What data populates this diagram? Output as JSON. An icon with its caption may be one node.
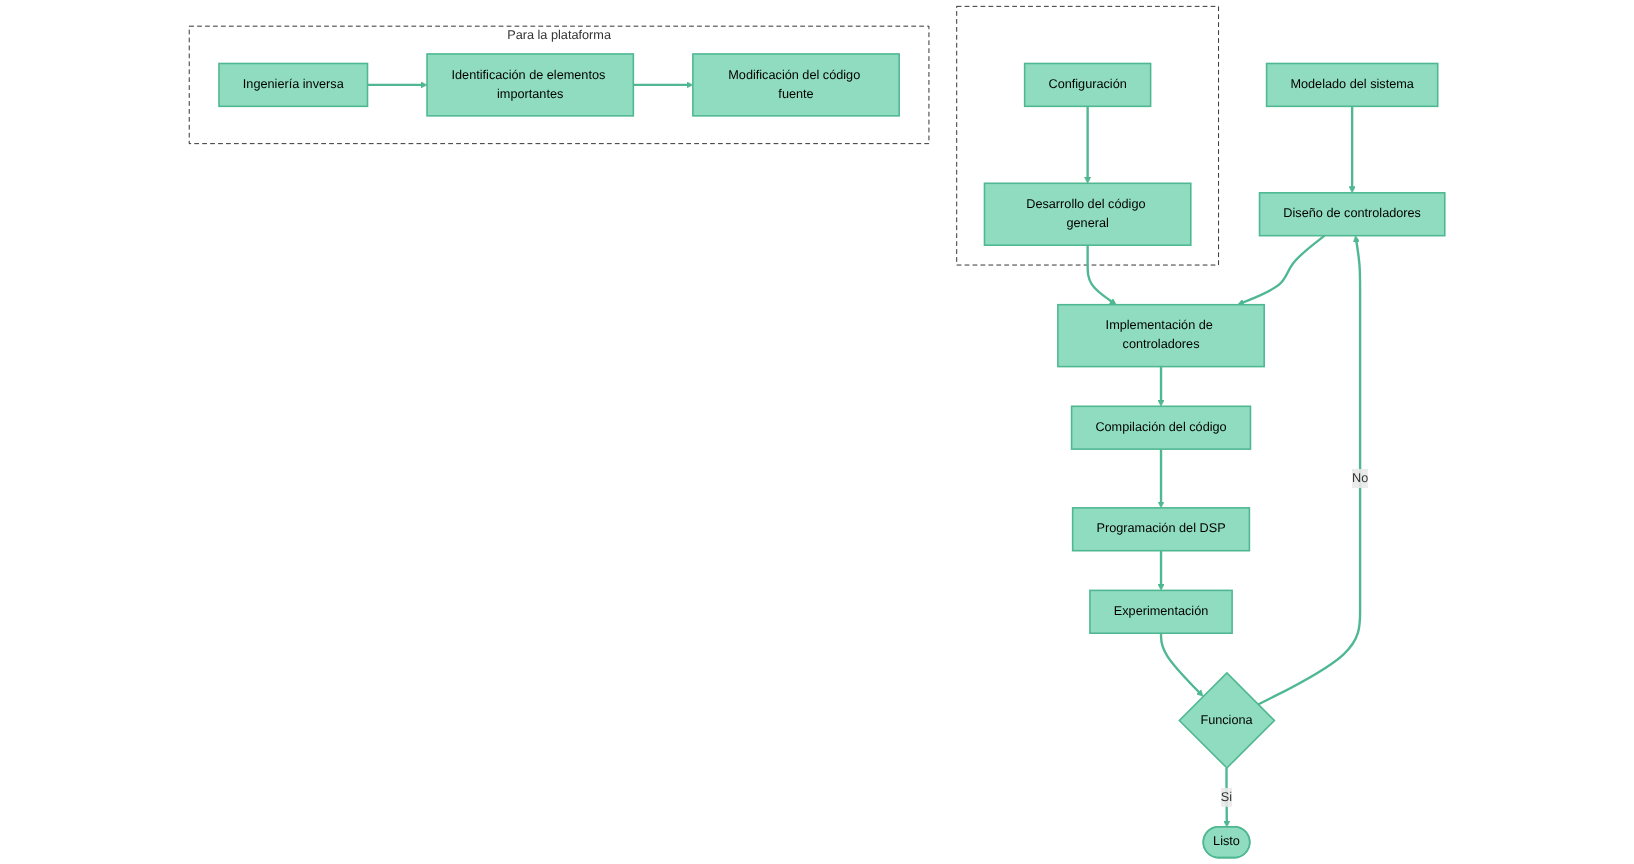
{
  "diagram": {
    "nodes": [
      {
        "text": [
          "Modelado del sistema"
        ]
      },
      {
        "text": [
          "Diseño de controladores"
        ]
      },
      {
        "text": [
          "Implementación de controladores"
        ]
      },
      {
        "text": [
          "Compilación del código"
        ]
      },
      {
        "text": [],
        "shape": "box"
      },
      {
        "text": [
          "Configuración"
        ],
        "in": 4
      },
      {
        "text": [
          "Desarrollo del código general"
        ],
        "in": 4
      },
      {
        "text": [
          "Programación del DSP"
        ]
      },
      {
        "text": [
          "Para la plataforma"
        ]
      },
      {
        "text": [
          "Ingeniería inversa"
        ],
        "in": 8
      },
      {
        "text": [
          "Identificación de elementos importantes"
        ],
        "in": 8
      },
      {
        "text": [
          "Modificación del código fuente"
        ],
        "in": 8
      },
      {
        "text": [
          "Experimentación"
        ]
      },
      {
        "text": [
          "Funciona"
        ]
      },
      {
        "text": [
          "Listo"
        ]
      }
    ],
    "edges": [
      {
        "from": 0,
        "to": 1,
        "arrow": "to"
      },
      {
        "from": 1,
        "to": 2,
        "arrow": "to"
      },
      {
        "from": 5,
        "to": 6,
        "arrow": "to"
      },
      {
        "from": 6,
        "to": 2,
        "arrow": "to"
      },
      {
        "from": 2,
        "to": 3,
        "arrow": "to"
      },
      {
        "from": 3,
        "to": 7,
        "arrow": "to"
      },
      {
        "from": 7,
        "to": 12,
        "arrow": "to"
      },
      {
        "from": 12,
        "to": 13,
        "arrow": "to"
      },
      {
        "from": 13,
        "to": 14,
        "arrow": "to",
        "label": "Si"
      },
      {
        "from": 13,
        "to": 1,
        "arrow": "to",
        "label": "No"
      },
      {
        "from": 9,
        "to": 10,
        "arrow": "to"
      },
      {
        "from": 10,
        "to": 11,
        "arrow": "to"
      }
    ]
  }
}
